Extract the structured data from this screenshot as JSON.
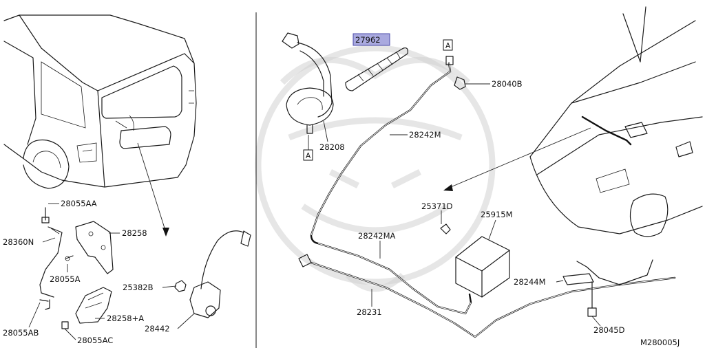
{
  "diagram_id": "M280005J",
  "boxed_callout": "A",
  "labels": {
    "p28055AA": "28055AA",
    "p28360N": "28360N",
    "p28258": "28258",
    "p28055A": "28055A",
    "p25382B": "25382B",
    "p28258A": "28258+A",
    "p28442": "28442",
    "p28055AB": "28055AB",
    "p28055AC": "28055AC",
    "p27962": "27962",
    "p28040B": "28040B",
    "p28242M": "28242M",
    "p28208": "28208",
    "p25371D": "25371D",
    "p25915M": "25915M",
    "p28242MA": "28242MA",
    "p28244M": "28244M",
    "p28231": "28231",
    "p28045D": "28045D"
  },
  "highlight_color": "#a9a9df",
  "line_color": "#1a1a1a"
}
